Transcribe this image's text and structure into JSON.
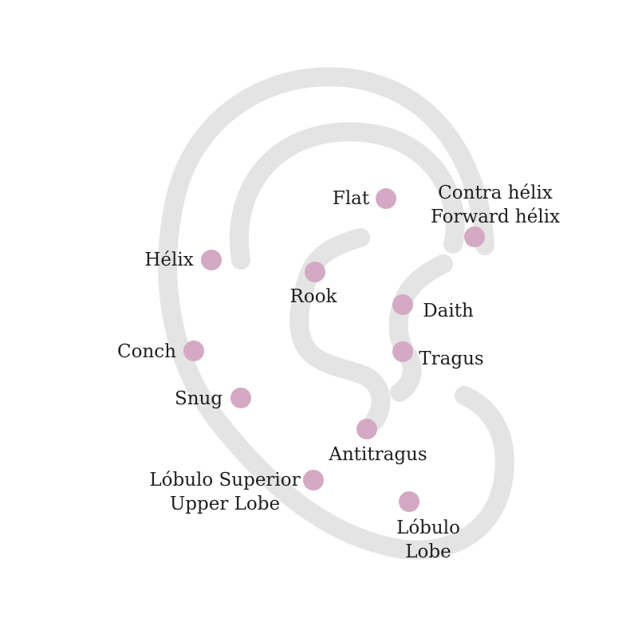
{
  "page": {
    "background": "#ffffff"
  },
  "ear": {
    "outline_color": "#e4e4e4",
    "dot_color": "#d4a9c3",
    "text_color": "#1e1e1e"
  },
  "labels": {
    "flat": "Flat",
    "contra_helix": "Contra hélix",
    "forward_helix": "Forward hélix",
    "helix": "Hélix",
    "rook": "Rook",
    "daith": "Daith",
    "conch": "Conch",
    "tragus": "Tragus",
    "snug": "Snug",
    "antitragus": "Antitragus",
    "lobulo_superior": "Lóbulo Superior",
    "upper_lobe": "Upper Lobe",
    "lobulo": "Lóbulo",
    "lobe": "Lobe"
  }
}
